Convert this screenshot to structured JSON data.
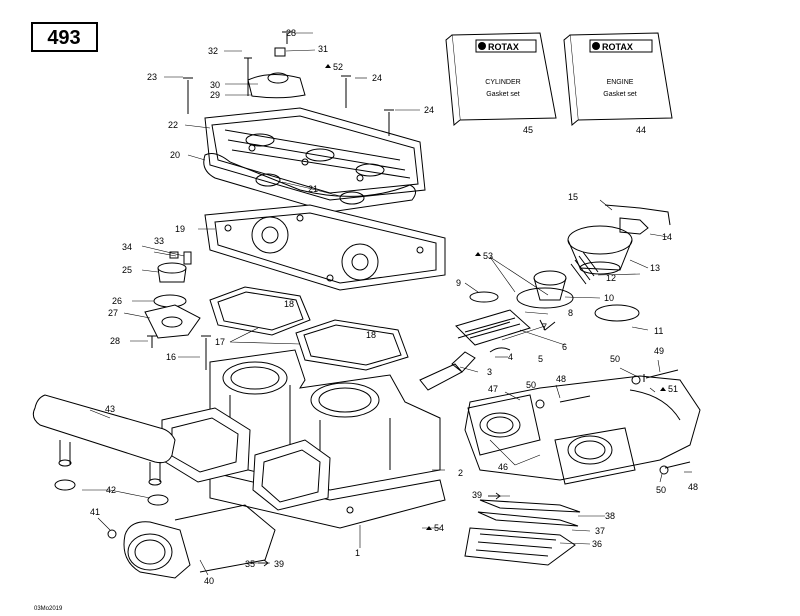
{
  "page_number": "493",
  "diagram_code": "03Mo2019",
  "kits": [
    {
      "brand": "ROTAX",
      "line1": "CYLINDER",
      "line2": "Gasket set",
      "part_ref": "45"
    },
    {
      "brand": "ROTAX",
      "line1": "ENGINE",
      "line2": "Gasket set",
      "part_ref": "44"
    }
  ],
  "callouts": {
    "c1": "1",
    "c2": "2",
    "c3": "3",
    "c4": "4",
    "c5": "5",
    "c6": "6",
    "c7": "7",
    "c8": "8",
    "c9": "9",
    "c10": "10",
    "c11": "11",
    "c12": "12",
    "c13": "13",
    "c14": "14",
    "c15": "15",
    "c16": "16",
    "c17": "17",
    "c18a": "18",
    "c18b": "18",
    "c19": "19",
    "c20": "20",
    "c21": "21",
    "c22": "22",
    "c23": "23",
    "c24a": "24",
    "c24b": "24",
    "c25": "25",
    "c26": "26",
    "c27": "27",
    "c28a": "28",
    "c28b": "28",
    "c29": "29",
    "c30": "30",
    "c31": "31",
    "c32": "32",
    "c33": "33",
    "c34": "34",
    "c35": "35",
    "c39b": "39",
    "c36": "36",
    "c37": "37",
    "c38": "38",
    "c39": "39",
    "c40": "40",
    "c41": "41",
    "c42": "42",
    "c43": "43",
    "c46": "46",
    "c47": "47",
    "c48a": "48",
    "c48b": "48",
    "c49": "49",
    "c50a": "50",
    "c50b": "50",
    "c50c": "50",
    "c51": "51",
    "c52": "52",
    "c53": "53",
    "c54": "54"
  }
}
